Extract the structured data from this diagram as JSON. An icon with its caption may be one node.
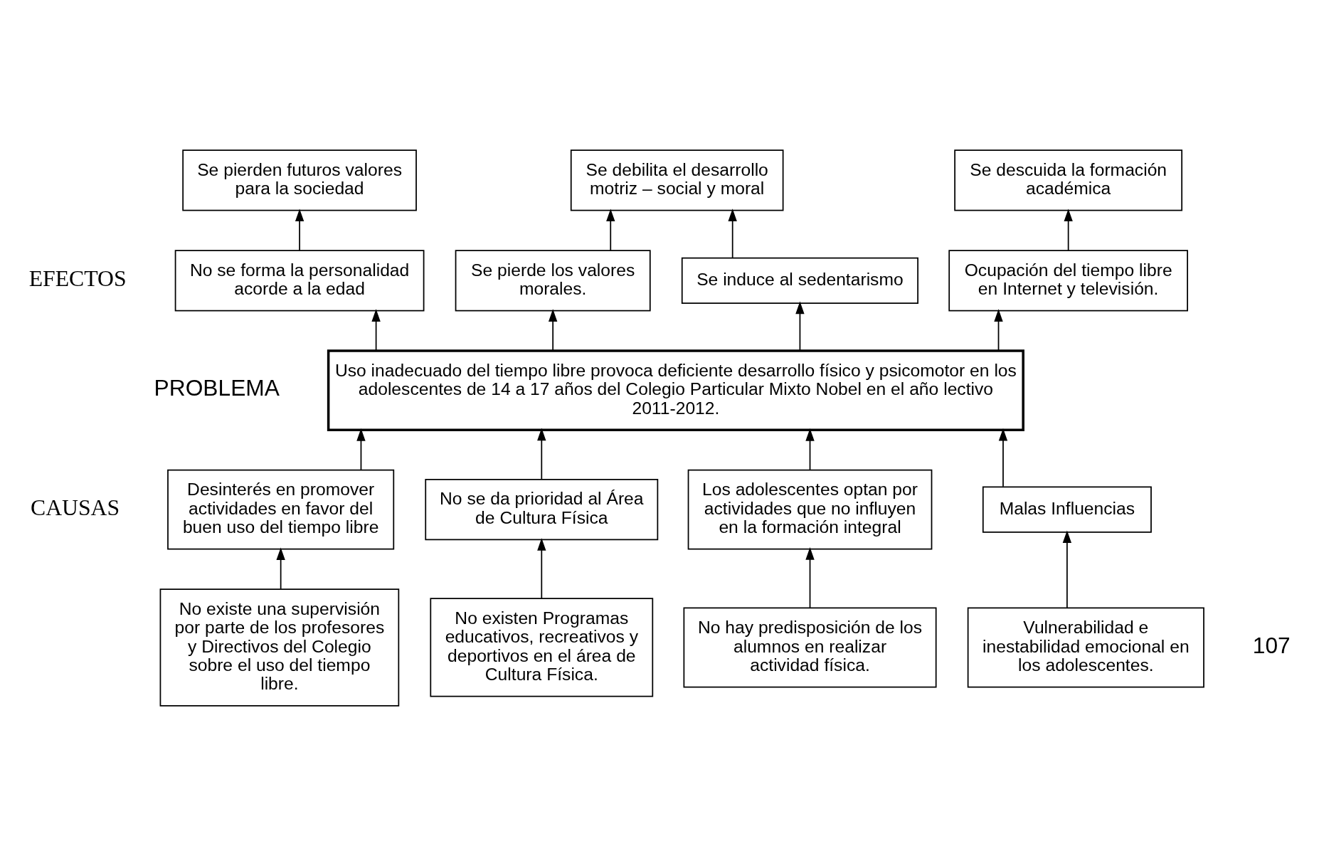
{
  "diagram": {
    "nodes": [
      {
        "text": [
          "Se descuida la formación académica"
        ]
      },
      {
        "text": [
          "Se debilita el desarrollo motriz – social y moral"
        ]
      },
      {
        "text": [
          "Se pierden futuros valores para la sociedad"
        ]
      },
      {
        "text": [
          "Ocupación del tiempo libre en Internet y televisión."
        ]
      },
      {
        "text": [
          "Se induce al sedentarismo"
        ]
      },
      {
        "text": [
          "Se pierde los valores morales."
        ]
      },
      {
        "text": [
          "No se forma la personalidad acorde a la edad"
        ]
      },
      {
        "text": [
          "Uso inadecuado del tiempo libre provoca deficiente desarrollo físico y psicomotor en los adolescentes de 14 a 17 años del Colegio Particular Mixto Nobel en el año lectivo 2011-2012."
        ]
      },
      {
        "text": [
          "Desinterés en promover actividades en favor del buen uso del tiempo libre"
        ]
      },
      {
        "text": [
          "No se da prioridad al Área de Cultura Física"
        ]
      },
      {
        "text": [
          "Los adolescentes optan por actividades que no influyen en la formación integral"
        ]
      },
      {
        "text": [
          "Malas Influencias"
        ]
      },
      {
        "text": [
          "No existe una supervisión por parte de los profesores y Directivos del Colegio sobre el uso del tiempo libre."
        ]
      },
      {
        "text": [
          "No existen Programas educativos, recreativos y deportivos en el área de Cultura Física."
        ]
      },
      {
        "text": [
          "No hay predisposición de los alumnos en realizar actividad física."
        ]
      },
      {
        "text": [
          "Vulnerabilidad e inestabilidad emocional en los adolescentes."
        ]
      }
    ],
    "edges": [
      {
        "from": 3,
        "to": 0,
        "arrow": "to"
      },
      {
        "from": 4,
        "to": 1,
        "arrow": "to"
      },
      {
        "from": 5,
        "to": 1,
        "arrow": "to"
      },
      {
        "from": 6,
        "to": 2,
        "arrow": "to"
      },
      {
        "from": 7,
        "to": 3,
        "arrow": "to"
      },
      {
        "from": 7,
        "to": 4,
        "arrow": "to"
      },
      {
        "from": 7,
        "to": 5,
        "arrow": "to"
      },
      {
        "from": 7,
        "to": 6,
        "arrow": "to"
      },
      {
        "from": 8,
        "to": 7,
        "arrow": "to"
      },
      {
        "from": 9,
        "to": 7,
        "arrow": "to"
      },
      {
        "from": 10,
        "to": 7,
        "arrow": "to"
      },
      {
        "from": 11,
        "to": 7,
        "arrow": "to"
      },
      {
        "from": 12,
        "to": 8,
        "arrow": "to"
      },
      {
        "from": 13,
        "to": 9,
        "arrow": "to"
      },
      {
        "from": 14,
        "to": 10,
        "arrow": "to"
      },
      {
        "from": 15,
        "to": 11,
        "arrow": "to"
      }
    ],
    "labels": [
      "EFECTOS",
      "PROBLEMA",
      "CAUSAS",
      "107"
    ]
  }
}
